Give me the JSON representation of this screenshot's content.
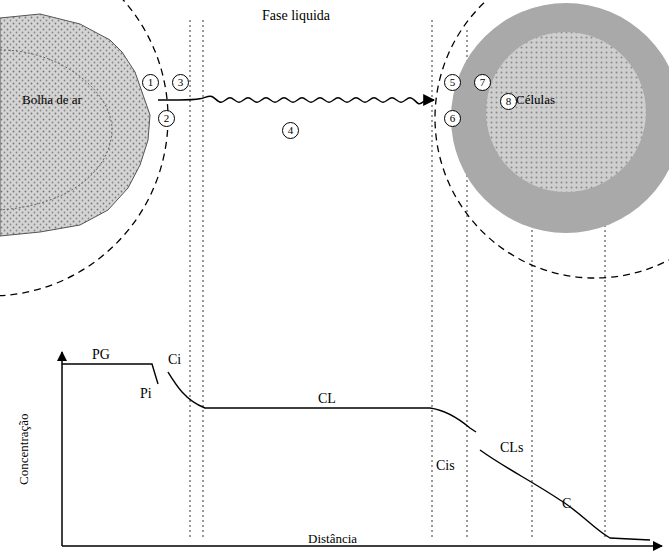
{
  "diagram": {
    "nodes": [
      {
        "text": [
          "Bolha de ar"
        ]
      },
      {
        "text": [
          "Células"
        ]
      }
    ],
    "edges": [
      {
        "from": 0,
        "to": 1,
        "arrow": "to"
      }
    ],
    "labels": [
      "Fase liquida",
      "1",
      "2",
      "3",
      "4",
      "5",
      "6",
      "7",
      "8",
      "PG",
      "Pi",
      "Ci",
      "CL",
      "CLs",
      "Cis",
      "C",
      "Concentração",
      "Distância"
    ]
  }
}
